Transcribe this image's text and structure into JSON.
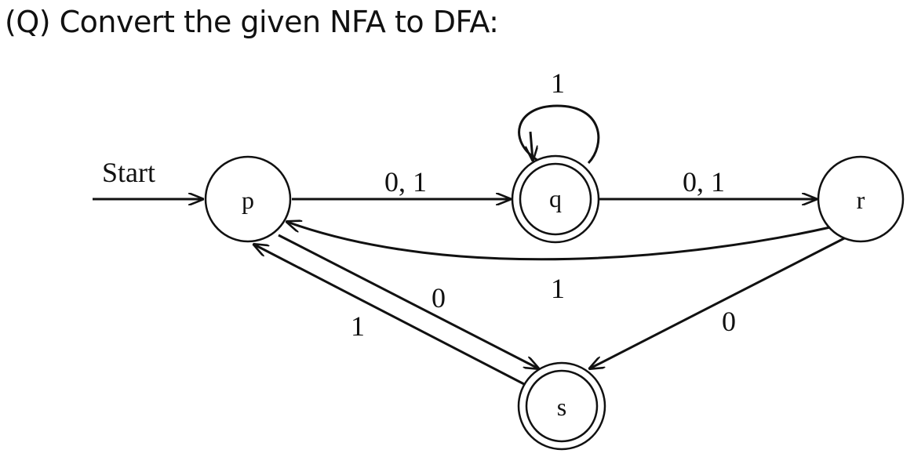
{
  "question": "(Q) Convert the given NFA to DFA:",
  "start_label": "Start",
  "states": [
    {
      "id": "p",
      "label": "p",
      "accepting": false
    },
    {
      "id": "q",
      "label": "q",
      "accepting": true
    },
    {
      "id": "r",
      "label": "r",
      "accepting": false
    },
    {
      "id": "s",
      "label": "s",
      "accepting": true
    }
  ],
  "transitions": [
    {
      "from": "p",
      "to": "q",
      "label": "0, 1"
    },
    {
      "from": "q",
      "to": "q",
      "label": "1"
    },
    {
      "from": "q",
      "to": "r",
      "label": "0, 1"
    },
    {
      "from": "r",
      "to": "p",
      "label": "1"
    },
    {
      "from": "p",
      "to": "s",
      "label": "0"
    },
    {
      "from": "s",
      "to": "p",
      "label": "1"
    },
    {
      "from": "r",
      "to": "s",
      "label": "0"
    }
  ]
}
